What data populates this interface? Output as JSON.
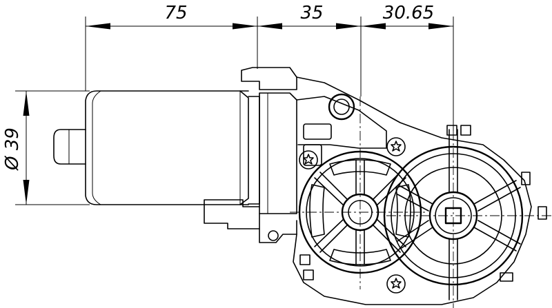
{
  "dimensions": {
    "motor_length": "75",
    "gearbox_offset": "35",
    "output_offset": "30.65",
    "motor_diameter": "Ø 39"
  }
}
